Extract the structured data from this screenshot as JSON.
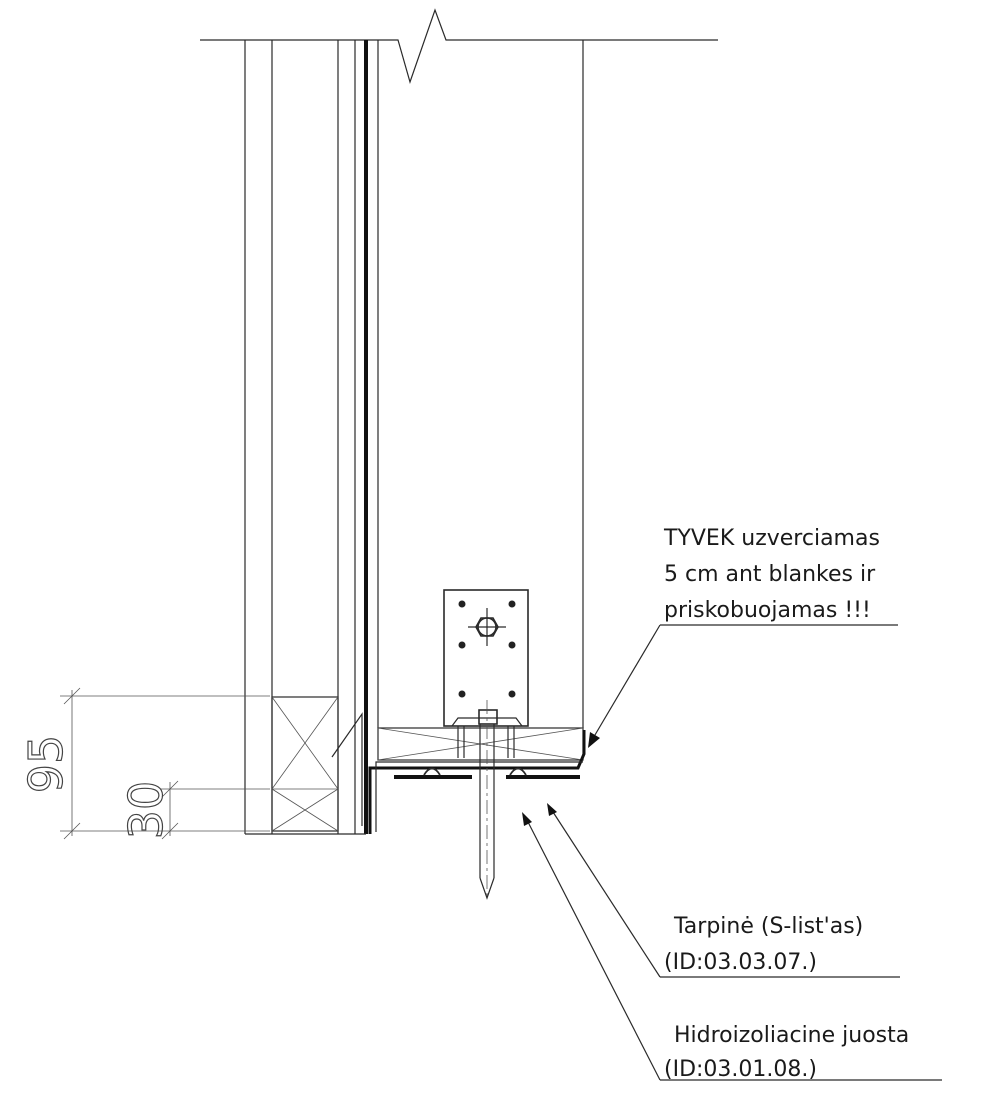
{
  "notes": {
    "tyvek": [
      "TYVEK uzverciamas",
      "5 cm ant blankes ir",
      "priskobuojamas !!!"
    ],
    "tarpine": [
      "Tarpinė (S-list'as)",
      "(ID:03.03.07.)"
    ],
    "hidro": [
      "Hidroizoliacine juosta",
      "(ID:03.01.08.)"
    ]
  },
  "dimensions": {
    "outer": "95",
    "inner": "30"
  }
}
